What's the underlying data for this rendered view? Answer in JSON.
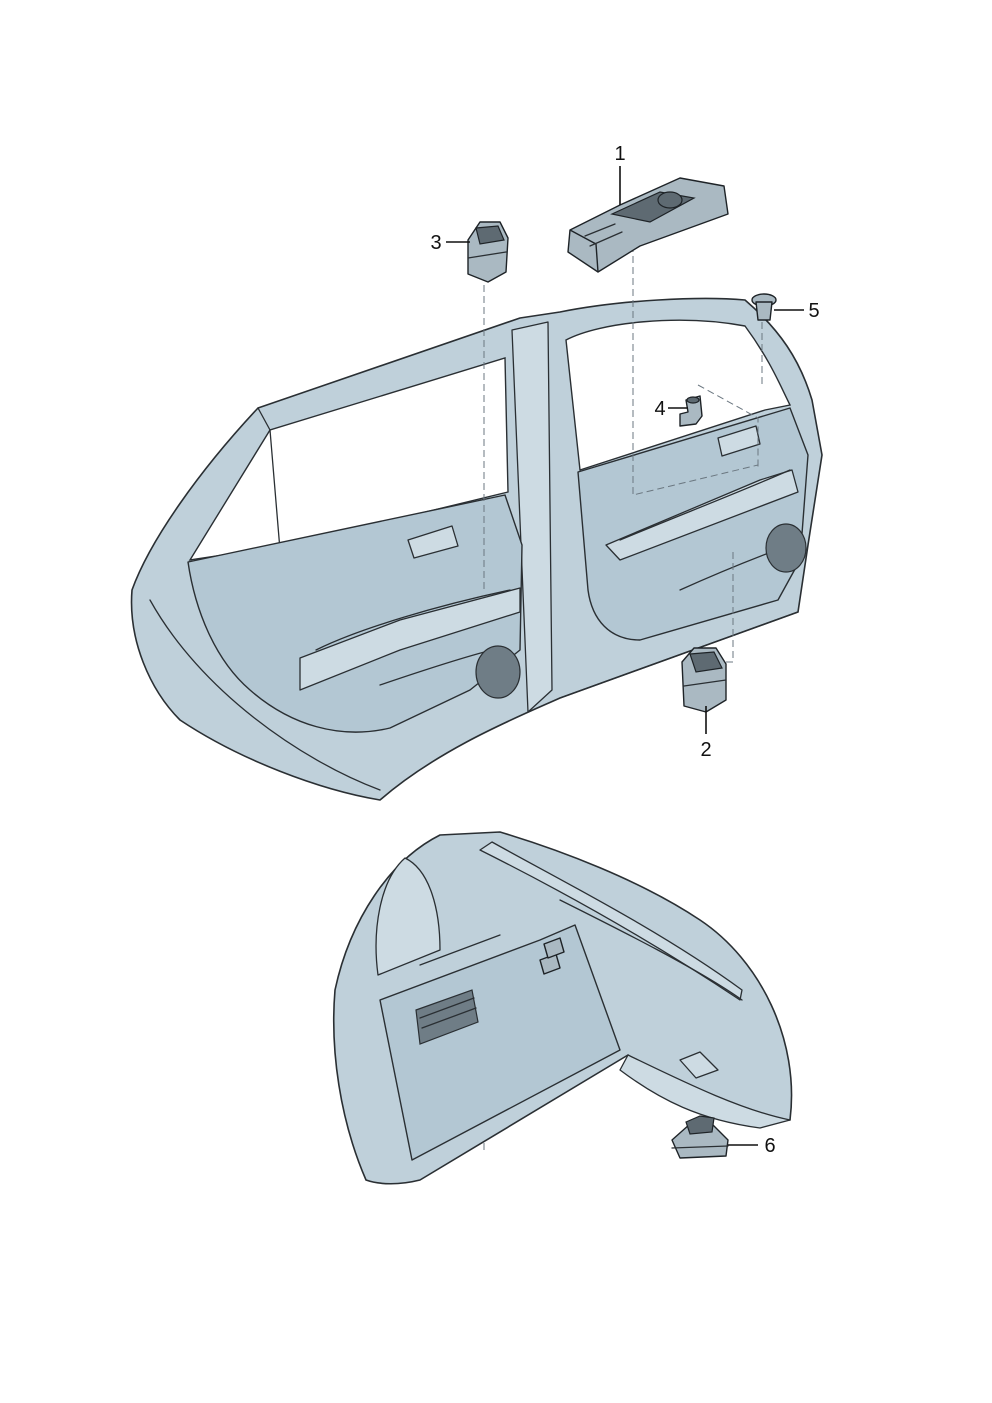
{
  "callouts": [
    {
      "id": "1",
      "label": "1"
    },
    {
      "id": "2",
      "label": "2"
    },
    {
      "id": "3",
      "label": "3"
    },
    {
      "id": "4",
      "label": "4"
    },
    {
      "id": "5",
      "label": "5"
    },
    {
      "id": "6",
      "label": "6"
    }
  ],
  "colors": {
    "body": "#bfd0da",
    "outline": "#2a2f33",
    "part": "#aab9c2",
    "background": "#ffffff"
  }
}
